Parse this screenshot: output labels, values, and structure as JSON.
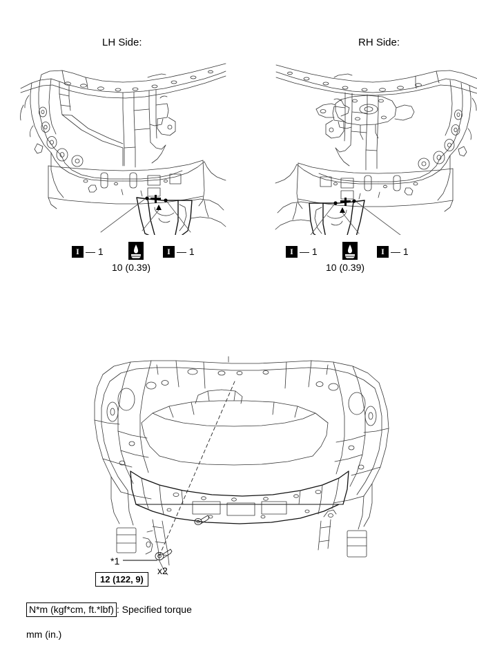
{
  "document": {
    "type": "service-manual-figure",
    "title_lh": "LH Side:",
    "title_rh": "RH Side:"
  },
  "lh_panel": {
    "title": "LH Side:",
    "callouts": [
      {
        "icon": "bolt-square-icon",
        "glyph": "I",
        "label": "— 1"
      },
      {
        "icon": "sealant-square-icon",
        "glyph": "",
        "label": "10 (0.39)"
      },
      {
        "icon": "bolt-square-icon",
        "glyph": "I",
        "label": "— 1"
      }
    ],
    "torque_value": "10 (0.39)"
  },
  "rh_panel": {
    "title": "RH Side:",
    "callouts": [
      {
        "icon": "bolt-square-icon",
        "glyph": "I",
        "label": "— 1"
      },
      {
        "icon": "sealant-square-icon",
        "glyph": "",
        "label": "10 (0.39)"
      },
      {
        "icon": "bolt-square-icon",
        "glyph": "I",
        "label": "— 1"
      }
    ],
    "torque_value": "10 (0.39)"
  },
  "assembly_panel": {
    "star_ref": "*1",
    "quantity": "x2",
    "torque_box": "12 (122, 9)"
  },
  "legend": {
    "unit_box": "N*m (kgf*cm, ft.*lbf)",
    "unit_desc": ": Specified torque",
    "dimension_unit": "mm (in.)"
  },
  "colors": {
    "line": "#1a1a1a",
    "thin_line": "#555555",
    "icon_fill": "#000000",
    "background": "#ffffff"
  }
}
